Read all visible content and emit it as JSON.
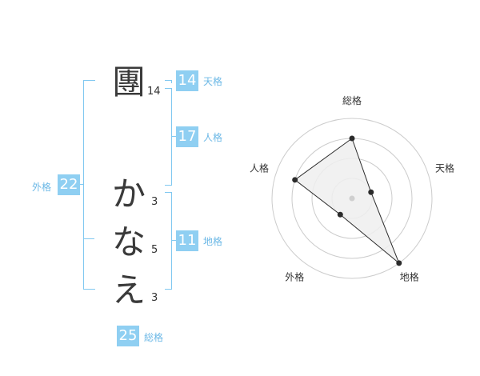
{
  "name": {
    "characters": [
      {
        "glyph": "團",
        "strokes": "14"
      },
      {
        "glyph": "か",
        "strokes": "3"
      },
      {
        "glyph": "な",
        "strokes": "5"
      },
      {
        "glyph": "え",
        "strokes": "3"
      }
    ]
  },
  "fortunes": {
    "tenkaku": {
      "value": "14",
      "label": "天格"
    },
    "jinkaku": {
      "value": "17",
      "label": "人格"
    },
    "chikaku": {
      "value": "11",
      "label": "地格"
    },
    "gaikaku": {
      "value": "22",
      "label": "外格"
    },
    "soukaku": {
      "value": "25",
      "label": "総格"
    }
  },
  "chart_data": {
    "type": "radar",
    "axes": [
      "総格",
      "天格",
      "地格",
      "外格",
      "人格"
    ],
    "rings": 4,
    "max": 4,
    "values": [
      3,
      1,
      4,
      1,
      3
    ],
    "series_color": "#2b2b2b",
    "fill_color": "#efefef",
    "ring_color": "#cccccc"
  }
}
